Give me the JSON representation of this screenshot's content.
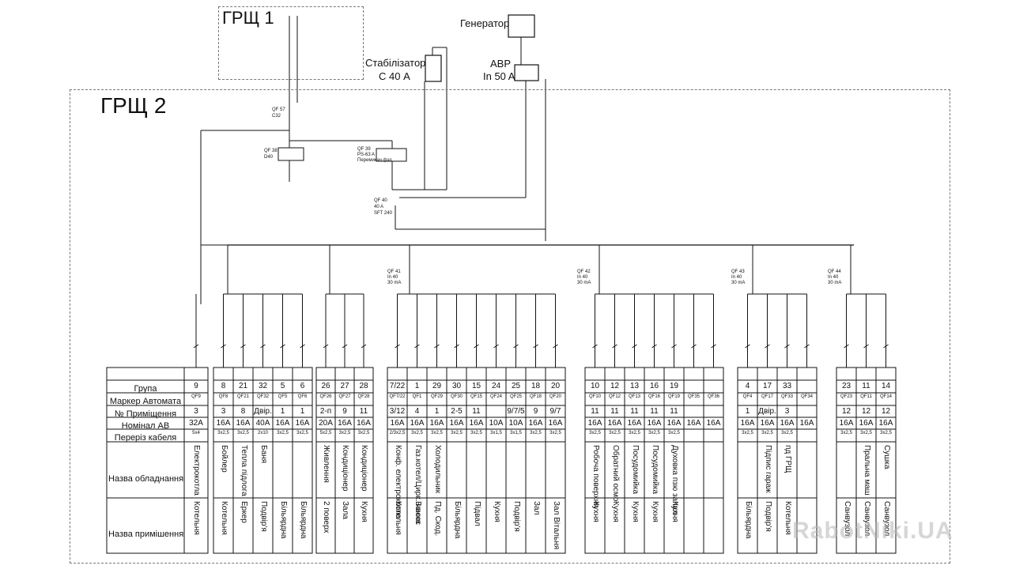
{
  "panels": {
    "grsh1": "ГРЩ 1",
    "grsh2": "ГРЩ 2"
  },
  "devices": {
    "generator": "Генератор",
    "stabilizer": "Стабілізатор",
    "stabilizer_rating": "С 40 А",
    "avr": "АВР",
    "avr_rating": "In 50 A"
  },
  "row_headers": [
    "Група",
    "Маркер Автомата",
    "№ Приміщення",
    "Номінал АВ",
    "Переріз кабеля",
    "Назва обладнання",
    "Назва примішення"
  ],
  "table_groups": [
    {
      "columns": [
        {
          "group": "9",
          "marker": "QF9",
          "room": "3",
          "rating": "32A",
          "cable": "5x4",
          "equipment": "Електрокотла",
          "location": "Котельня"
        }
      ]
    },
    {
      "columns": [
        {
          "group": "8",
          "marker": "QF8",
          "room": "3",
          "rating": "16A",
          "cable": "3x2,5",
          "equipment": "Бойлер",
          "location": "Котельня"
        },
        {
          "group": "21",
          "marker": "QF21",
          "room": "8",
          "rating": "16A",
          "cable": "3x2,5",
          "equipment": "Тепла підлога",
          "location": "Еркер"
        },
        {
          "group": "32",
          "marker": "QF32",
          "room": "Двір.",
          "rating": "40A",
          "cable": "2x10",
          "equipment": "Баня",
          "location": "Подвір'я"
        },
        {
          "group": "5",
          "marker": "QF5",
          "room": "1",
          "rating": "16A",
          "cable": "3x2,5",
          "equipment": "",
          "location": "Більярдна"
        },
        {
          "group": "6",
          "marker": "QF6",
          "room": "1",
          "rating": "16A",
          "cable": "3x2,5",
          "equipment": "",
          "location": "Більярдна"
        }
      ]
    },
    {
      "columns": [
        {
          "group": "26",
          "marker": "QF26",
          "room": "2-п",
          "rating": "20A",
          "cable": "5x2,5",
          "equipment": "Живлення",
          "location": "2 поверх"
        },
        {
          "group": "27",
          "marker": "QF27",
          "room": "9",
          "rating": "16A",
          "cable": "3x2,5",
          "equipment": "Кондиціонер",
          "location": "Зала"
        },
        {
          "group": "28",
          "marker": "QF28",
          "room": "11",
          "rating": "16A",
          "cable": "3x2,5",
          "equipment": "Кондиціонер",
          "location": "Кухня"
        }
      ]
    },
    {
      "columns": [
        {
          "group": "7/22",
          "marker": "QF7/22",
          "room": "3/12",
          "rating": "16A",
          "cable": "2/3x2,5",
          "equipment": "Конф. електрокотла",
          "location": "Котельня"
        },
        {
          "group": "1",
          "marker": "QF1",
          "room": "4",
          "rating": "16A",
          "cable": "3x2,5",
          "equipment": "Газ.котел/Цирк. насос",
          "location": "Ванна"
        },
        {
          "group": "29",
          "marker": "QF29",
          "room": "1",
          "rating": "16A",
          "cable": "3x2,5",
          "equipment": "Холодильник",
          "location": "Пд. Скод."
        },
        {
          "group": "30",
          "marker": "QF30",
          "room": "2-5",
          "rating": "16A",
          "cable": "3x2,5",
          "equipment": "",
          "location": "Більярдна"
        },
        {
          "group": "15",
          "marker": "QF15",
          "room": "11",
          "rating": "16A",
          "cable": "3x2,5",
          "equipment": "",
          "location": "Підвал"
        },
        {
          "group": "24",
          "marker": "QF24",
          "room": "",
          "rating": "10A",
          "cable": "3x1,5",
          "equipment": "",
          "location": "Кухня"
        },
        {
          "group": "25",
          "marker": "QF25",
          "room": "9/7/5",
          "rating": "10A",
          "cable": "3x1,5",
          "equipment": "",
          "location": "Подвір'я"
        },
        {
          "group": "18",
          "marker": "QF18",
          "room": "9",
          "rating": "16A",
          "cable": "3x2,5",
          "equipment": "",
          "location": "Зал"
        },
        {
          "group": "20",
          "marker": "QF20",
          "room": "9/7",
          "rating": "16A",
          "cable": "3x2,5",
          "equipment": "",
          "location": "Зал Вітальня"
        }
      ]
    },
    {
      "columns": [
        {
          "group": "10",
          "marker": "QF10",
          "room": "11",
          "rating": "16A",
          "cable": "3x2,5",
          "equipment": "Робоча поверхня",
          "location": "Кухня"
        },
        {
          "group": "12",
          "marker": "QF12",
          "room": "11",
          "rating": "16A",
          "cable": "3x2,5",
          "equipment": "Обратний осмо",
          "location": "Кухня"
        },
        {
          "group": "13",
          "marker": "QF13",
          "room": "11",
          "rating": "16A",
          "cable": "3x2,5",
          "equipment": "Посудомийка",
          "location": "Кухня"
        },
        {
          "group": "16",
          "marker": "QF16",
          "room": "11",
          "rating": "16A",
          "cable": "3x2,5",
          "equipment": "Посудомийка",
          "location": "Кухня"
        },
        {
          "group": "19",
          "marker": "QF19",
          "room": "11",
          "rating": "16A",
          "cable": "3x2,5",
          "equipment": "Духовка пзю запал",
          "location": "Кухня"
        },
        {
          "group": "",
          "marker": "QF35",
          "room": "",
          "rating": "16A",
          "cable": "",
          "equipment": "",
          "location": ""
        },
        {
          "group": "",
          "marker": "QF36",
          "room": "",
          "rating": "16A",
          "cable": "",
          "equipment": "",
          "location": ""
        }
      ]
    },
    {
      "columns": [
        {
          "group": "4",
          "marker": "QF4",
          "room": "1",
          "rating": "16A",
          "cable": "3x2,5",
          "equipment": "",
          "location": "Більярдна"
        },
        {
          "group": "17",
          "marker": "QF17",
          "room": "Двір.",
          "rating": "16A",
          "cable": "3x2,5",
          "equipment": "Підпис гараж",
          "location": "Подвір'я"
        },
        {
          "group": "33",
          "marker": "QF33",
          "room": "3",
          "rating": "16A",
          "cable": "3x2,5",
          "equipment": "пд ГРЩ",
          "location": "Котельня"
        },
        {
          "group": "",
          "marker": "QF34",
          "room": "",
          "rating": "16A",
          "cable": "",
          "equipment": "",
          "location": ""
        }
      ]
    },
    {
      "columns": [
        {
          "group": "23",
          "marker": "QF23",
          "room": "12",
          "rating": "16A",
          "cable": "3x2,5",
          "equipment": "",
          "location": "Санвузол"
        },
        {
          "group": "11",
          "marker": "QF11",
          "room": "12",
          "rating": "16A",
          "cable": "3x2,5",
          "equipment": "Пральна маш",
          "location": "Санвузол"
        },
        {
          "group": "14",
          "marker": "QF14",
          "room": "12",
          "rating": "16A",
          "cable": "3x2,5",
          "equipment": "Сушка",
          "location": "Санвузол"
        }
      ]
    }
  ],
  "breakers": [
    {
      "label": "QF 57",
      "rating": "C32"
    },
    {
      "label": "QF 38",
      "rating": "D40"
    },
    {
      "label": "QF 39",
      "rating": "PS-63 A",
      "note": "Перемикач фаз"
    },
    {
      "label": "QF 40",
      "rating": "40 A",
      "note": "SFT 240"
    },
    {
      "label": "QF 41",
      "rating": "In 40",
      "note": "30 mA"
    },
    {
      "label": "QF 42",
      "rating": "In 40",
      "note": "30 mA"
    },
    {
      "label": "QF 43",
      "rating": "In 40",
      "note": "30 mA"
    },
    {
      "label": "QF 44",
      "rating": "In 40",
      "note": "30 mA"
    }
  ],
  "watermark": "RabotNiki.UA",
  "colors": {
    "line": "#111111",
    "frame": "#777777",
    "watermark": "#b4b4b4"
  }
}
